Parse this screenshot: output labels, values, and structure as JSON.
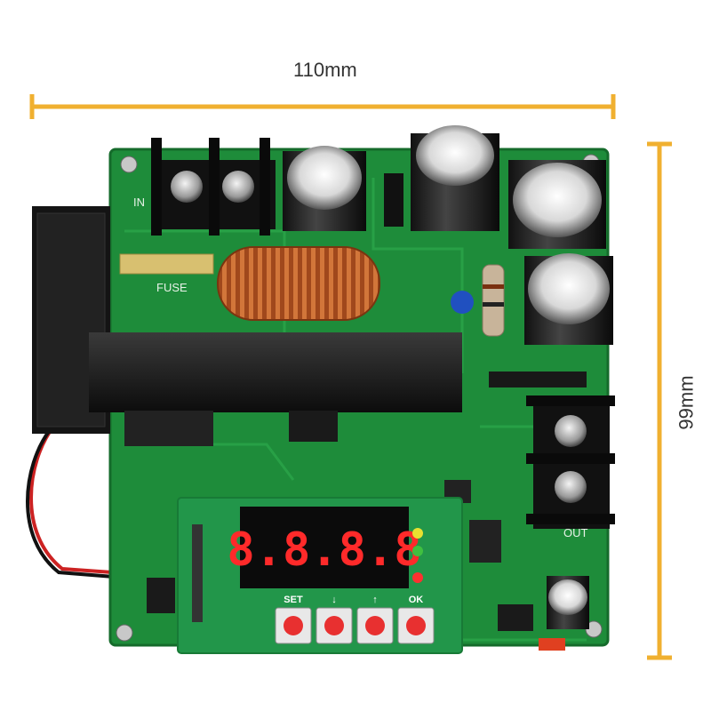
{
  "dimensions": {
    "width_label": "110mm",
    "height_label": "99mm",
    "line_color": "#f0b030"
  },
  "board": {
    "pcb_color": "#1e8c3a",
    "input_marking": "IN",
    "output_marking": "OUT",
    "fuse_marking": "FUSE",
    "display_digits": "8.8.8.8",
    "display_color": "#ff2a2a",
    "buttons": [
      {
        "label": "SET"
      },
      {
        "label": "↓"
      },
      {
        "label": "↑"
      },
      {
        "label": "OK"
      }
    ],
    "leds": [
      {
        "color": "#e8e030"
      },
      {
        "color": "#40c040"
      },
      {
        "color": "#ff3030"
      }
    ]
  }
}
